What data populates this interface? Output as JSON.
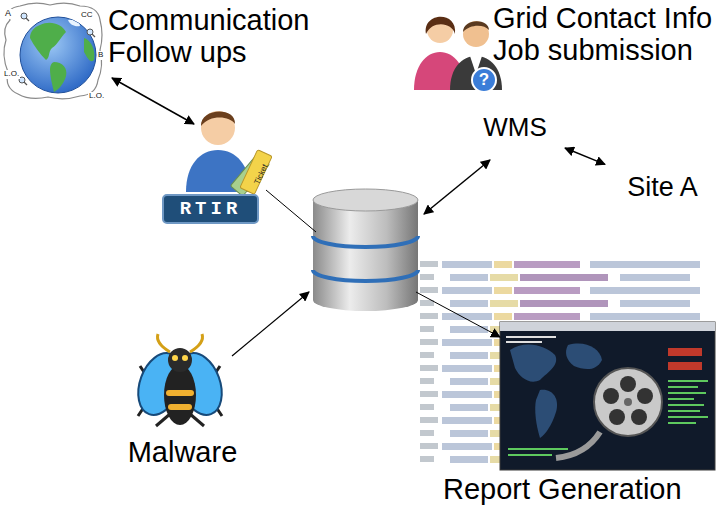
{
  "diagram": {
    "nodes": [
      {
        "text": [
          "Communication Follow ups"
        ]
      },
      {
        "text": [
          "Grid Contact Info Job submission"
        ]
      },
      {
        "text": [
          "WMS"
        ],
        "in": 1
      },
      {
        "text": [
          "Site A"
        ],
        "in": 1
      },
      {
        "text": [
          "Malware"
        ]
      },
      {
        "text": [
          "Report Generation"
        ]
      }
    ],
    "edges": [
      {
        "from": 2,
        "to": 3,
        "arrow": "both"
      }
    ],
    "labels": [
      "A",
      "CC",
      "B",
      "L.O.",
      "L.O.",
      "RTIR",
      "Ticket",
      "?"
    ]
  }
}
